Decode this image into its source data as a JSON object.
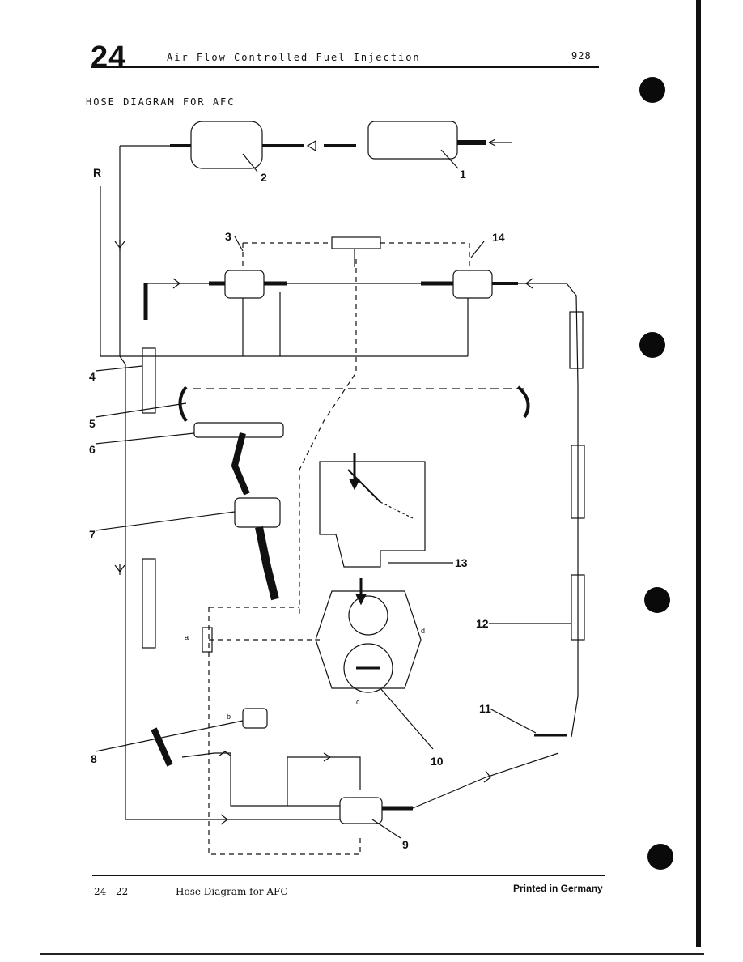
{
  "header": {
    "chapter_number": "24",
    "chapter_title": "Air Flow Controlled Fuel Injection",
    "model": "928"
  },
  "diagram": {
    "title": "HOSE DIAGRAM FOR AFC",
    "return_label": "R",
    "callouts": [
      "1",
      "2",
      "3",
      "4",
      "5",
      "6",
      "7",
      "8",
      "9",
      "10",
      "11",
      "12",
      "13",
      "14"
    ],
    "aux_letters": [
      "a",
      "b",
      "c",
      "d"
    ]
  },
  "footer": {
    "page_number": "24 - 22",
    "section_title": "Hose Diagram for AFC",
    "printed": "Printed in Germany"
  }
}
